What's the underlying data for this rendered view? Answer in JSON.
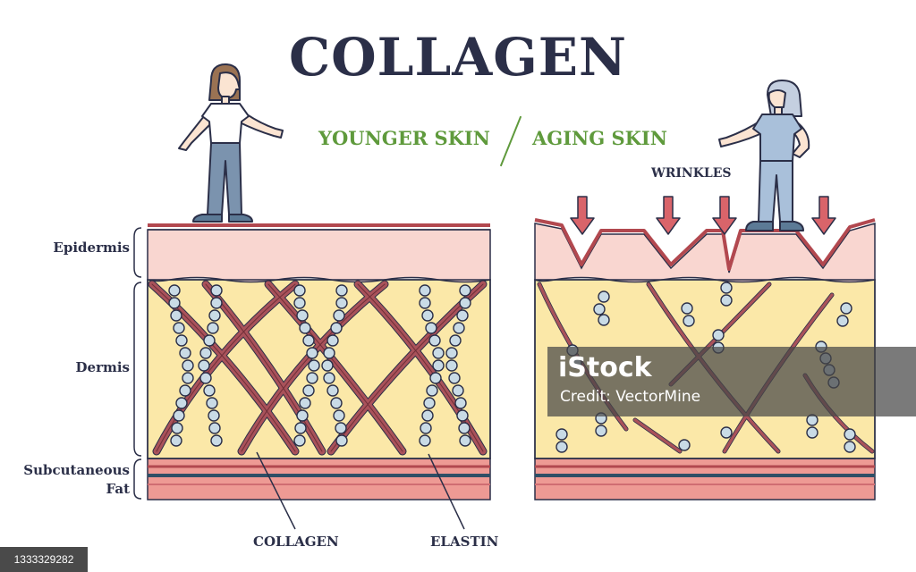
{
  "title": "COLLAGEN",
  "subtitles": {
    "younger": "YOUNGER SKIN",
    "aging": "AGING SKIN"
  },
  "layers": {
    "epidermis": "Epidermis",
    "dermis": "Dermis",
    "fat": "Subcutaneous Fat"
  },
  "annotations": {
    "wrinkles": "WRINKLES",
    "collagen": "COLLAGEN",
    "elastin": "ELASTIN"
  },
  "watermark": {
    "brand": "iStock",
    "credit": "Credit: VectorMine"
  },
  "stock_id": "1333329282",
  "colors": {
    "title": "#2b2f48",
    "subtitle": "#5f9a3c",
    "epidermis": "#f9d6d0",
    "dermis": "#fbe8a8",
    "fat": "#ee9a94",
    "collagen_fiber": "#a9525a",
    "elastin_bead": "#c9dbe6",
    "arrow": "#d9646a"
  }
}
